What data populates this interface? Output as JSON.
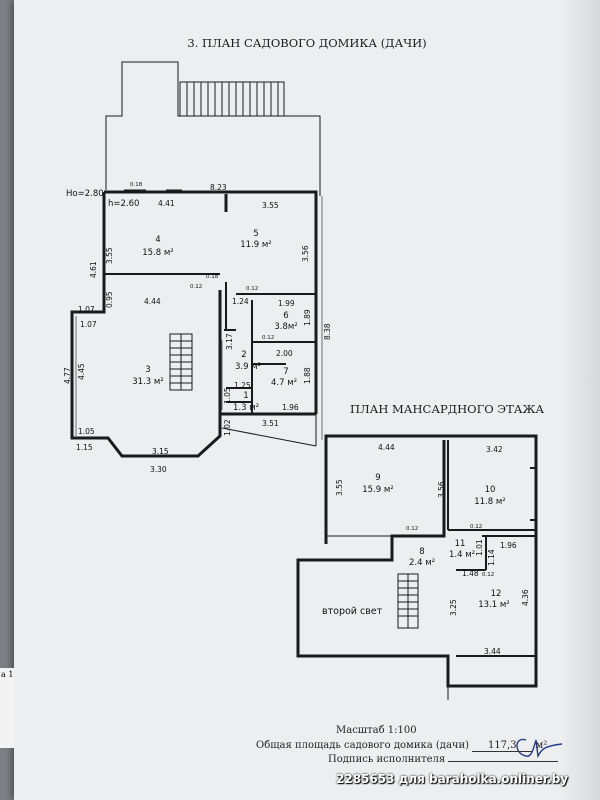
{
  "doc": {
    "title": "3. ПЛАН САДОВОГО ДОМИКА (ДАЧИ)",
    "attic_title": "ПЛАН МАНСАРДНОГО ЭТАЖА",
    "scale_label": "Масштаб 1:100",
    "total_label": "Общая площадь садового домика (дачи)",
    "total_value": "117,3",
    "total_unit": "м²",
    "signature_label": "Подпись исполнителя",
    "left_fragment": "а 1"
  },
  "ground_floor": {
    "ho": "Ho=2.80",
    "h": "h=2.60",
    "rooms": [
      {
        "num": "4",
        "area": "15.8 м²"
      },
      {
        "num": "5",
        "area": "11.9 м²"
      },
      {
        "num": "3",
        "area": "31.3 м²"
      },
      {
        "num": "2",
        "area": "3.9 м²"
      },
      {
        "num": "6",
        "area": "3.8м²"
      },
      {
        "num": "7",
        "area": "4.7 м²"
      },
      {
        "num": "1",
        "area": "1.3 м²"
      }
    ],
    "dims": [
      "0.18",
      "8.23",
      "4.41",
      "3.55",
      "3.56",
      "4.61",
      "3.55",
      "0.95",
      "4.44",
      "1.07",
      "1.07",
      "4.77",
      "4.45",
      "1.05",
      "1.15",
      "3.15",
      "3.30",
      "0.12",
      "0.18",
      "1.24",
      "0.12",
      "1.99",
      "0.12",
      "2.00",
      "3.17",
      "1.89",
      "1.88",
      "1.25",
      "1.05",
      "1.02",
      "1.96",
      "3.51",
      "8.38"
    ]
  },
  "attic_floor": {
    "rooms": [
      {
        "num": "9",
        "area": "15.9 м²"
      },
      {
        "num": "10",
        "area": "11.8 м²"
      },
      {
        "num": "11",
        "area": "1.4 м²"
      },
      {
        "num": "8",
        "area": "2.4 м²"
      },
      {
        "num": "12",
        "area": "13.1 м²"
      }
    ],
    "second_light": "второй свет",
    "dims": [
      "4.44",
      "3.42",
      "3.55",
      "3.56",
      "0.12",
      "0.12",
      "1.01",
      "1.14",
      "1.96",
      "1.48",
      "0.12",
      "3.25",
      "4.36",
      "3.44"
    ]
  },
  "watermark": "2285653 для baraholka.onliner.by"
}
